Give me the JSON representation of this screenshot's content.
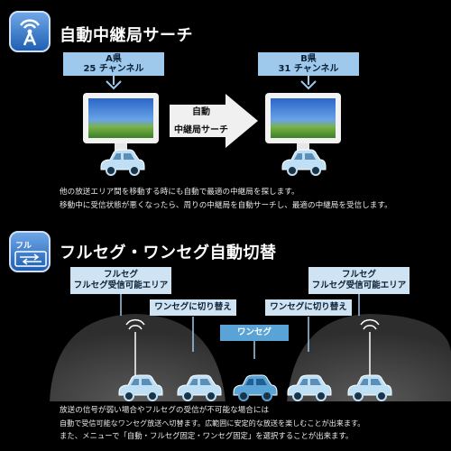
{
  "section1": {
    "icon": "antenna-icon",
    "title": "自動中継局サーチ",
    "pref_a": {
      "name": "A県",
      "channel": "25 チャンネル"
    },
    "pref_b": {
      "name": "B県",
      "channel": "31 チャンネル"
    },
    "arrow_line1": "自動",
    "arrow_line2": "中継局サーチ",
    "desc_line1": "他の放送エリア間を移動する時にも自動で最適の中継局を探します。",
    "desc_line2": "移動中に受信状態が悪くなったら、周りの中継局を自動サーチし、最適の中継局を受信します。"
  },
  "section2": {
    "icon": "full-one-switch-icon",
    "icon_text": "フル",
    "title": "フルセグ・ワンセグ自動切替",
    "left_area_line1": "フルセグ",
    "left_area_line2": "フルセグ受信可能エリア",
    "right_area_line1": "フルセグ",
    "right_area_line2": "フルセグ受信可能エリア",
    "left_switch": "ワンセグに切り替え",
    "right_switch": "ワンセグに切り替え",
    "center_label": "ワンセグ",
    "desc_line1": "放送の信号が弱い場合やフルセグの受信が不可能な場合には",
    "desc_line2": "自動で受信可能なワンセグ放送へ切替ます。広範囲に安定的な放送を楽しむことが出来ます。",
    "desc_line3": "また、メニューで「自動・フルセグ固定・ワンセグ固定」を選択することが出来ます。"
  },
  "colors": {
    "accent": "#9fc9ec",
    "car": "#bfe0f4",
    "dome": "#3a3a3a"
  }
}
